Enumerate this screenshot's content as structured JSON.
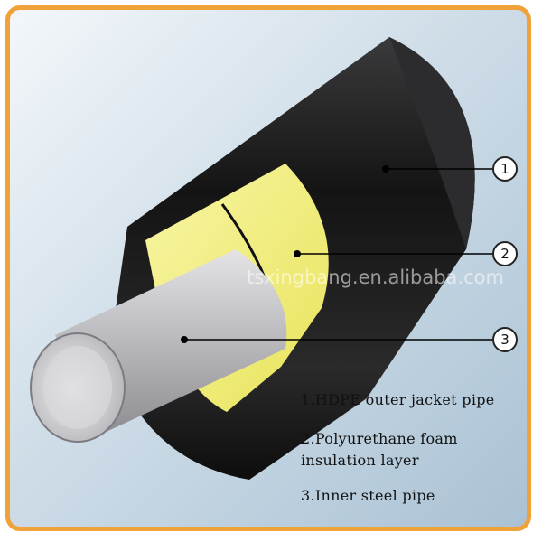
{
  "watermark": "tsxingbang.en.alibaba.com",
  "markers": [
    "1",
    "2",
    "3"
  ],
  "legend": [
    {
      "lines": [
        "1.HDPE outer jacket pipe"
      ]
    },
    {
      "lines": [
        "2.Polyurethane foam",
        "insulation layer"
      ]
    },
    {
      "lines": [
        "3.Inner steel pipe"
      ]
    }
  ],
  "colors": {
    "frame": "#f0a23a",
    "outer_jacket": "#1a1a1a",
    "foam": "#f3f18a",
    "steel": "#c8c8cc"
  }
}
